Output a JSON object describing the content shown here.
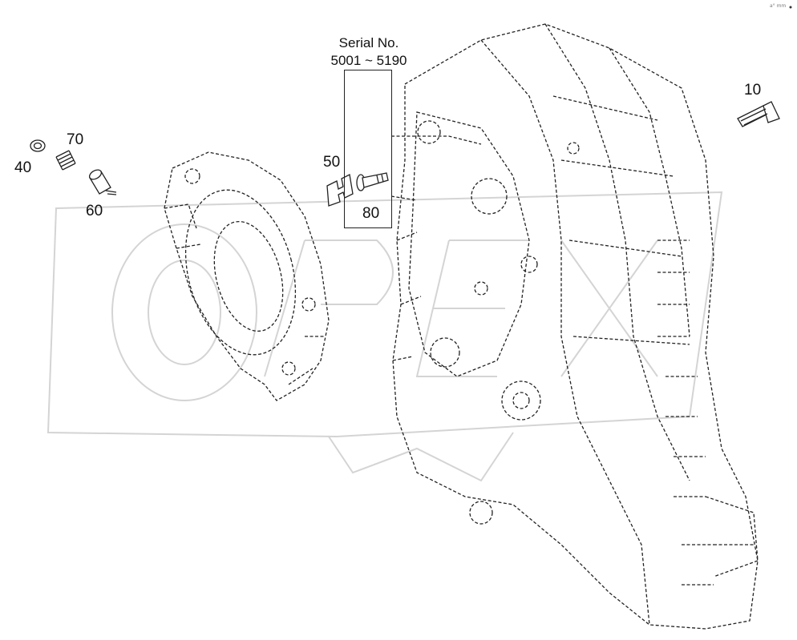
{
  "diagram": {
    "serial_label": "Serial No.",
    "serial_range": "5001 ~ 5190",
    "watermark": "OPEX",
    "corner_mark": "a° mm",
    "callouts": [
      {
        "id": "10",
        "text": "10",
        "part": "plug-part"
      },
      {
        "id": "40",
        "text": "40",
        "part": "ring-part"
      },
      {
        "id": "50",
        "text": "50",
        "part": "clip-part"
      },
      {
        "id": "60",
        "text": "60",
        "part": "sleeve-part"
      },
      {
        "id": "70",
        "text": "70",
        "part": "spring-part"
      },
      {
        "id": "80",
        "text": "80",
        "part": "bolt-part"
      }
    ],
    "components": [
      "transmission-housing",
      "cover-plate"
    ]
  }
}
